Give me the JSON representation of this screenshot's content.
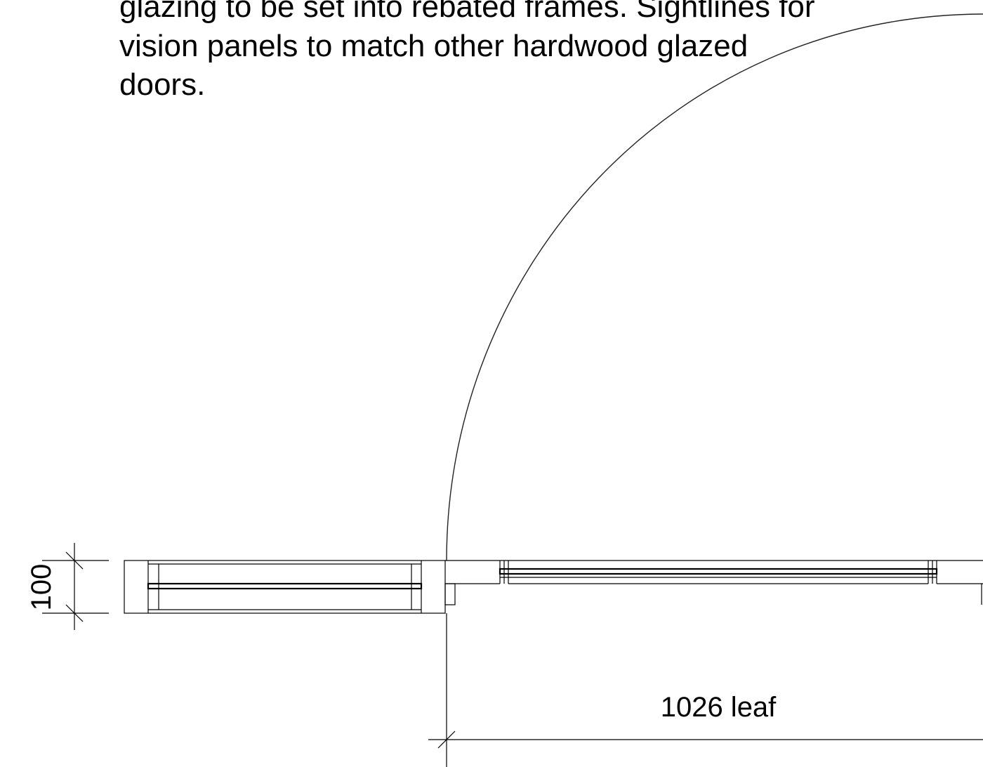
{
  "note": {
    "lines": [
      "glazing to be set into rebated frames. Sightlines for",
      "vision panels to match other hardwood glazed",
      "doors."
    ]
  },
  "dimensions": {
    "thickness_label": "100",
    "leaf_label": "1026 leaf"
  }
}
